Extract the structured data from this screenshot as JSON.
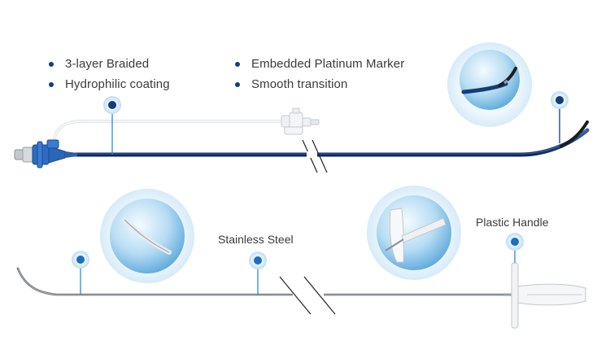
{
  "features": {
    "items": [
      {
        "text": "3-layer Braided",
        "color": "#123d7a"
      },
      {
        "text": "Hydrophilic coating",
        "color": "#123d7a"
      },
      {
        "text": "Embedded Platinum Marker",
        "color": "#123d7a"
      },
      {
        "text": "Smooth transition",
        "color": "#123d7a"
      }
    ]
  },
  "labels": {
    "stainless_steel": "Stainless Steel",
    "plastic_handle": "Plastic Handle"
  },
  "colors": {
    "catheter_blue": "#123d7a",
    "marker_blue": "#1a6fc4",
    "callout_blue": "#2f8ad8",
    "halo": "#d9ecf8",
    "wire_gray": "#6b6e72"
  }
}
